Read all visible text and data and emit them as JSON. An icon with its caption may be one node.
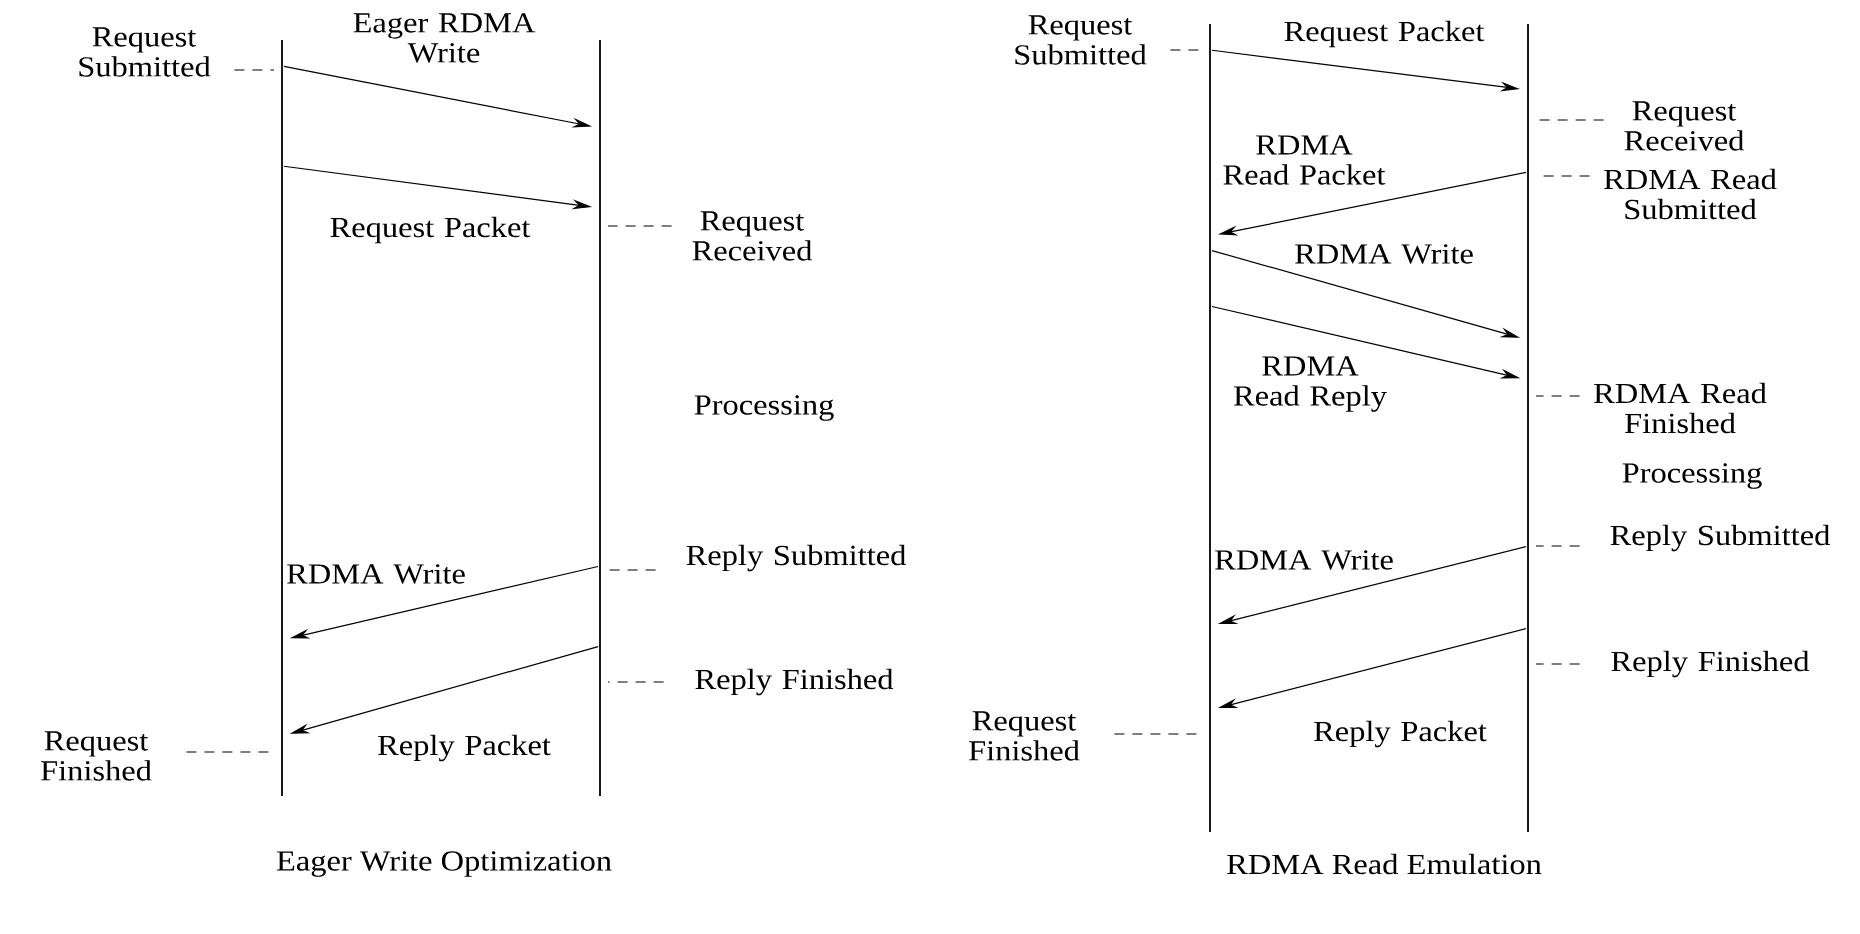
{
  "diagram": {
    "nodes": [
      {
        "text": [],
        "shape": "line"
      },
      {
        "text": [],
        "shape": "line"
      },
      {
        "text": [],
        "shape": "line"
      },
      {
        "text": [],
        "shape": "line"
      },
      {
        "text": [
          "Request Submitted"
        ]
      },
      {
        "text": [
          "Request Received"
        ]
      },
      {
        "text": [
          "Reply Submitted"
        ]
      },
      {
        "text": [
          "Reply Finished"
        ]
      },
      {
        "text": [
          "Request Finished"
        ]
      },
      {
        "text": [
          "Request Submitted"
        ]
      },
      {
        "text": [
          "Request Received"
        ]
      },
      {
        "text": [
          "RDMA Read Submitted"
        ]
      },
      {
        "text": [
          "RDMA Read Finished"
        ]
      },
      {
        "text": [
          "Reply Submitted"
        ]
      },
      {
        "text": [
          "Reply Finished"
        ]
      },
      {
        "text": [
          "Request Finished"
        ]
      }
    ],
    "edges": [
      {
        "from": 0,
        "to": 1,
        "arrow": "to",
        "label": "Eager RDMA Write"
      },
      {
        "from": 0,
        "to": 1,
        "arrow": "to",
        "label": "Request Packet"
      },
      {
        "from": 1,
        "to": 0,
        "arrow": "to",
        "label": "RDMA Write"
      },
      {
        "from": 1,
        "to": 0,
        "arrow": "to",
        "label": "Reply Packet"
      },
      {
        "from": 2,
        "to": 3,
        "arrow": "to",
        "label": "Request Packet"
      },
      {
        "from": 3,
        "to": 2,
        "arrow": "to",
        "label": "RDMA Read Packet"
      },
      {
        "from": 2,
        "to": 3,
        "arrow": "to",
        "label": "RDMA Write"
      },
      {
        "from": 2,
        "to": 3,
        "arrow": "to",
        "label": "RDMA Read Reply"
      },
      {
        "from": 3,
        "to": 2,
        "arrow": "to",
        "label": "RDMA Write"
      },
      {
        "from": 3,
        "to": 2,
        "arrow": "to",
        "label": "Reply Packet"
      },
      {
        "from": 4,
        "to": 0,
        "arrow": "none",
        "style": "dashed"
      },
      {
        "from": 5,
        "to": 1,
        "arrow": "none",
        "style": "dashed"
      },
      {
        "from": 6,
        "to": 1,
        "arrow": "none",
        "style": "dashed"
      },
      {
        "from": 7,
        "to": 1,
        "arrow": "none",
        "style": "dashed"
      },
      {
        "from": 8,
        "to": 0,
        "arrow": "none",
        "style": "dashed"
      },
      {
        "from": 9,
        "to": 2,
        "arrow": "none",
        "style": "dashed"
      },
      {
        "from": 10,
        "to": 3,
        "arrow": "none",
        "style": "dashed"
      },
      {
        "from": 11,
        "to": 3,
        "arrow": "none",
        "style": "dashed"
      },
      {
        "from": 12,
        "to": 3,
        "arrow": "none",
        "style": "dashed"
      },
      {
        "from": 13,
        "to": 3,
        "arrow": "none",
        "style": "dashed"
      },
      {
        "from": 14,
        "to": 3,
        "arrow": "none",
        "style": "dashed"
      },
      {
        "from": 15,
        "to": 2,
        "arrow": "none",
        "style": "dashed"
      }
    ],
    "labels": [
      "Processing",
      "Eager Write Optimization",
      "Processing",
      "RDMA Read Emulation"
    ]
  }
}
